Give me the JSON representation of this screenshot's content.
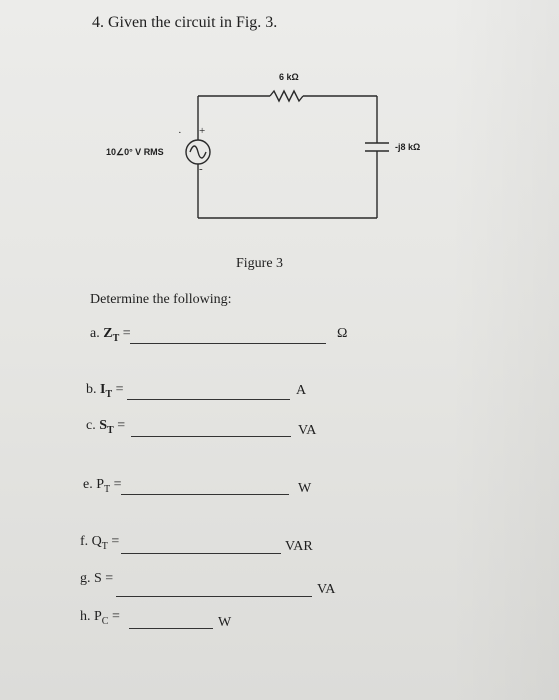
{
  "problem": {
    "title": "4. Given the circuit in Fig. 3."
  },
  "circuit": {
    "resistor_label": "6 kΩ",
    "capacitor_label": "-j8 kΩ",
    "source_label": "10∠0° V RMS",
    "plus_sign": "+",
    "minus_sign": "-"
  },
  "figure": {
    "caption": "Figure 3"
  },
  "instructions": "Determine the following:",
  "questions": [
    {
      "id": "zt",
      "label": "a. ",
      "sym": "Z",
      "sub": "T",
      "tail": " =",
      "unit": "Ω"
    },
    {
      "id": "it",
      "label": "b. ",
      "sym": "I",
      "sub": "T",
      "tail": " =",
      "unit": "A"
    },
    {
      "id": "st",
      "label": "c. ",
      "sym": "S",
      "sub": "T",
      "tail": " =",
      "unit": "VA"
    },
    {
      "id": "pt",
      "label": "e. P",
      "sym": "",
      "sub": "T",
      "tail": " =",
      "unit": "W"
    },
    {
      "id": "qt",
      "label": "f. Q",
      "sym": "",
      "sub": "T",
      "tail": " =",
      "unit": "VAR"
    },
    {
      "id": "s",
      "label": "g. S =",
      "sym": "",
      "sub": "",
      "tail": "",
      "unit": "VA"
    },
    {
      "id": "pc",
      "label": "h. P",
      "sym": "",
      "sub": "C",
      "tail": " =",
      "unit": "W"
    }
  ]
}
